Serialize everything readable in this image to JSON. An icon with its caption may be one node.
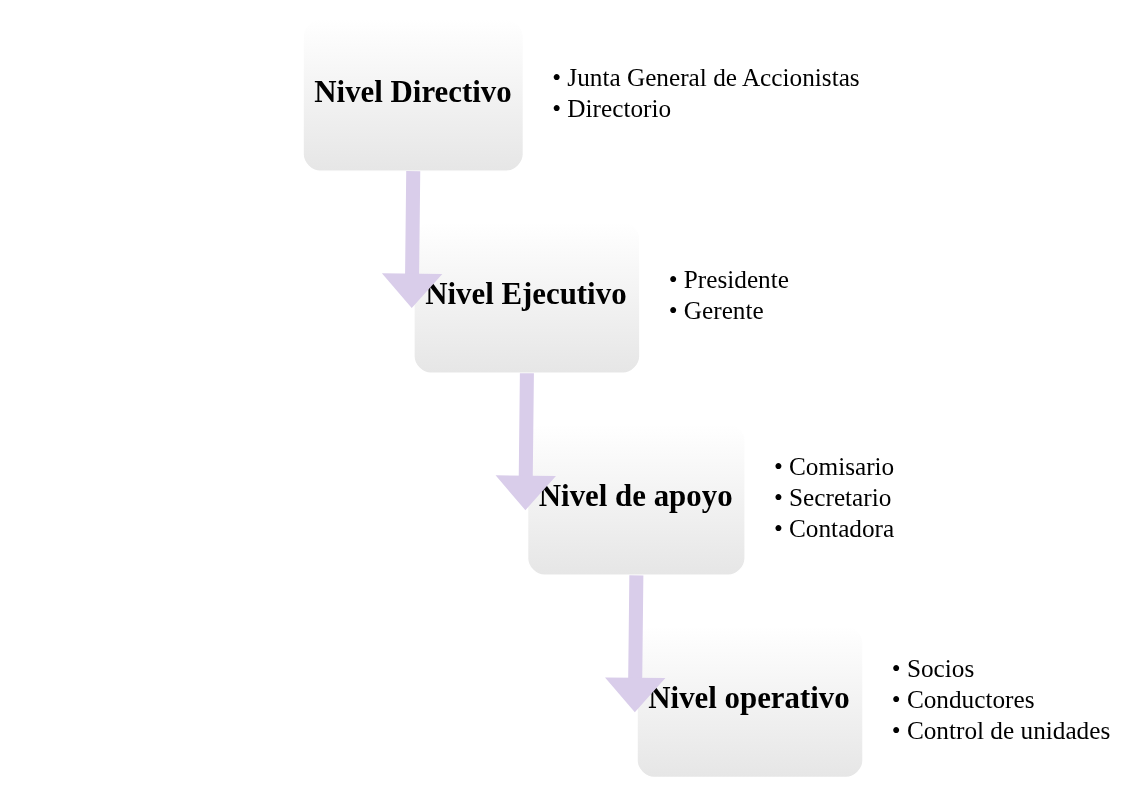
{
  "diagram": {
    "nodes": [
      {
        "text": [
          "Nivel Directivo"
        ],
        "beside": [
          "• Junta General de Accionistas",
          "• Directorio"
        ]
      },
      {
        "text": [
          "Nivel Ejecutivo"
        ],
        "beside": [
          "• Presidente",
          "• Gerente"
        ]
      },
      {
        "text": [
          "Nivel de apoyo"
        ],
        "beside": [
          "• Comisario",
          "• Secretario",
          "• Contadora"
        ]
      },
      {
        "text": [
          "Nivel operativo"
        ],
        "beside": [
          "• Socios",
          "• Conductores",
          "• Control de unidades"
        ]
      }
    ],
    "edges": [
      {
        "from": 0,
        "to": 1,
        "arrow": "to"
      },
      {
        "from": 1,
        "to": 2,
        "arrow": "to"
      },
      {
        "from": 2,
        "to": 3,
        "arrow": "to"
      }
    ]
  }
}
